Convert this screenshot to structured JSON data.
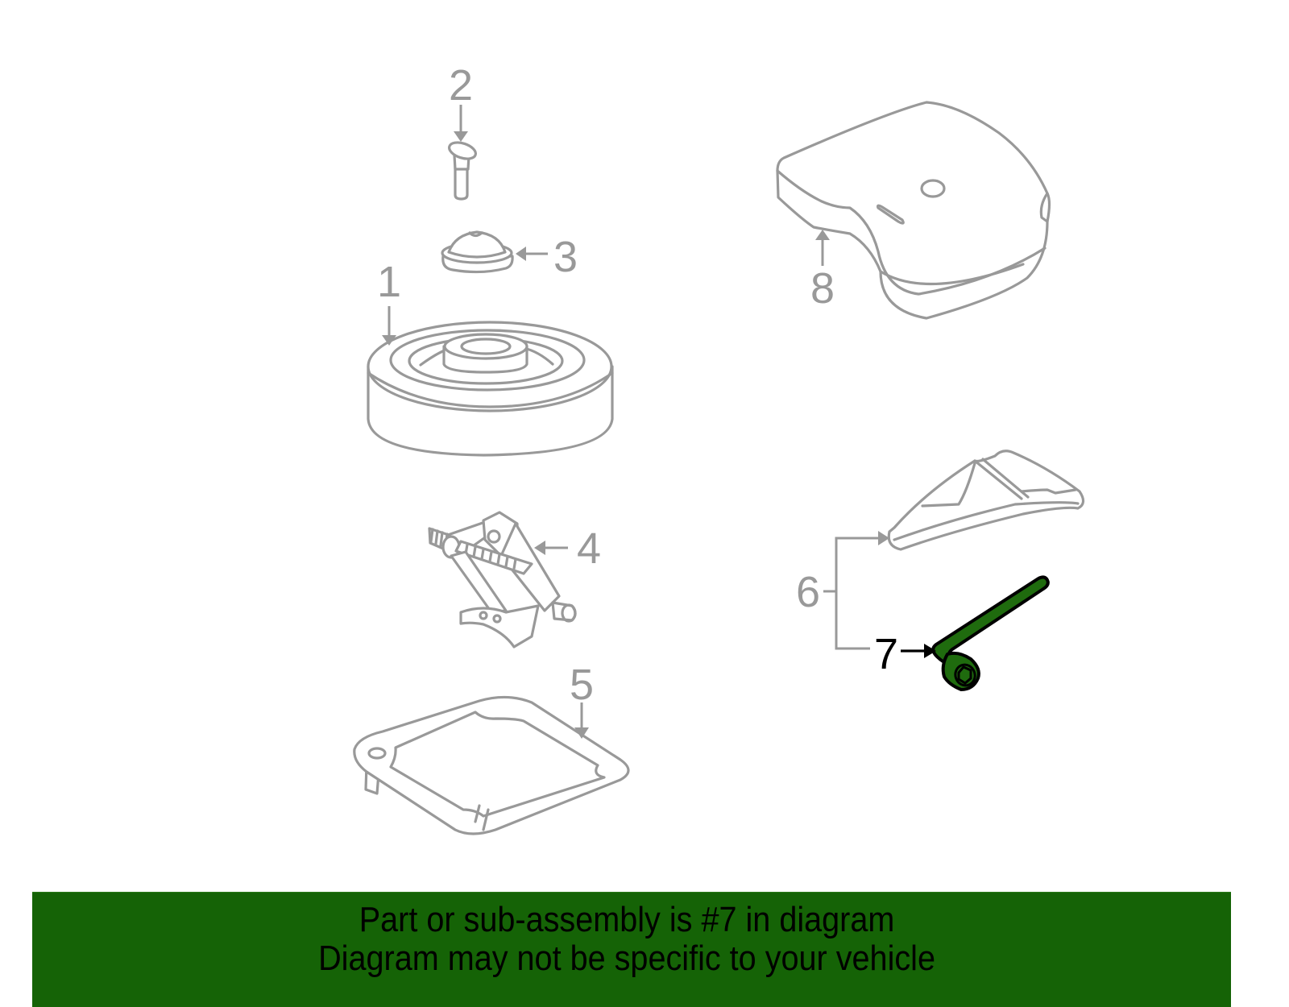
{
  "diagram": {
    "highlighted_part": "7",
    "colors": {
      "line_gray": "#999999",
      "highlight_green": "#1f6b0e",
      "banner_green": "#156306",
      "text_black": "#000000"
    },
    "callouts": [
      {
        "number": "1",
        "part": "spare-tire"
      },
      {
        "number": "2",
        "part": "hold-down-bolt"
      },
      {
        "number": "3",
        "part": "spacer-cap"
      },
      {
        "number": "4",
        "part": "scissor-jack"
      },
      {
        "number": "5",
        "part": "tray"
      },
      {
        "number": "6",
        "part": "tool-kit"
      },
      {
        "number": "7",
        "part": "lug-wrench"
      },
      {
        "number": "8",
        "part": "foam-organizer"
      }
    ]
  },
  "banner": {
    "line1": "Part or sub-assembly is #7 in diagram",
    "line2": "Diagram may not be specific to your vehicle"
  }
}
